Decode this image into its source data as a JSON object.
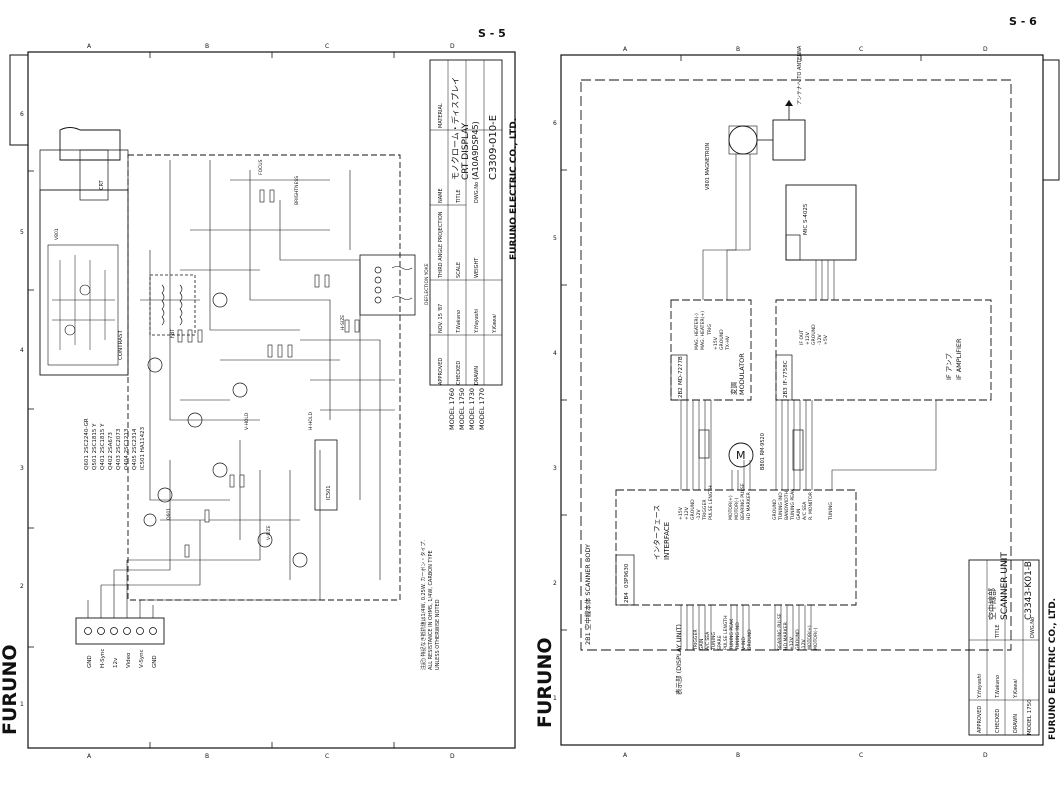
{
  "left_sheet": {
    "page_number": "S - 5",
    "brand": "FURUNO",
    "company": "FURUNO ELECTRIC CO., LTD.",
    "title_jp": "モノクローム・ディスプレイ",
    "title_en": "CRT DISPLAY",
    "title_model": "(A10A9DSP45)",
    "dwg_no": "C3309-010-E",
    "models": [
      "MODEL 1760",
      "MODEL 1750",
      "MODEL 1730",
      "MODEL 1770"
    ],
    "note_jp": "注記) 特記なき抵抗値は1/4W, 0.25W. カーボン・タイプ.",
    "note_en_1": "ALL RESISTANCE IN OHMS, 1/4W, CARBON TYPE",
    "note_en_2": "UNLESS OTHERWISE NOTED",
    "title_block": {
      "approved": "APPROVED",
      "checked": "CHECKED",
      "drawn": "DRAWN",
      "third_angle": "THIRD ANGLE PROJECTION",
      "scale": "SCALE",
      "weight": "WEIGHT",
      "title": "TITLE",
      "dwg_no_label": "DWG.No",
      "name": "NAME",
      "material": "MATERIAL",
      "date": "NOV. 15 '87",
      "approved_sig": "T.Nakano",
      "checked_sig": "Y.Hayashi",
      "drawn_sig": "Y.Kawai"
    },
    "connector": [
      "GND",
      "H-Sync",
      "12v",
      "Video",
      "V-Sync",
      "GND"
    ],
    "parts_list": [
      "Q601 2SC2240-GR",
      "Q501 2SC1815 Y",
      "Q401 2SC1815 Y",
      "Q402 2SA673",
      "Q403 2SC2073",
      "Q404 2SC1213",
      "Q405 2SC2314",
      "IC501 HA11423"
    ],
    "grid_rows": [
      "A",
      "B",
      "C",
      "D"
    ],
    "grid_cols": [
      "1",
      "2",
      "3",
      "4",
      "5",
      "6"
    ],
    "components": [
      "CRT",
      "CONTRAST",
      "V801",
      "DEFLECTION YOKE",
      "FBT",
      "FOCUS",
      "BRIGHTNESS",
      "H-SIZE",
      "V-SIZE",
      "V-HOLD",
      "H-HOLD",
      "Q601",
      "IC501"
    ]
  },
  "right_sheet": {
    "page_number": "S - 6",
    "brand": "FURUNO",
    "company": "FURUNO ELECTRIC CO., LTD.",
    "title_jp": "空中線部",
    "title_en": "SCANNER UNIT",
    "dwg_no": "C3343-K01-B",
    "model": "MODEL 1750",
    "antenna_label": "アンテナへ TO ANTENNA",
    "magnetron": "V801 MAGNETRON",
    "modulator": {
      "id": "2B2",
      "part": "MD-7277B",
      "label_jp": "変調",
      "label_en": "MODULATOR"
    },
    "if_amp": {
      "id": "2B3",
      "part": "IF-7758C",
      "label_jp": "IF アンプ",
      "label_en": "IF AMPLIFIER"
    },
    "interface": {
      "id": "2B4",
      "part": "03P9630",
      "label_jp": "インターフェース",
      "label_en": "INTERFACE"
    },
    "frame_label": "2B1 空中線本体 SCANNER BODY",
    "display_unit": "表示部 (DISPLAY UNIT)",
    "mic": "MIC S-4025",
    "motor": "B801 RM-9520",
    "motor_symbol": "M",
    "mod_signals": [
      "MAG. HEATER(-)",
      "MAG. HEATER(+)",
      "+15V",
      "GROUND",
      "TX-HV",
      "TRIG"
    ],
    "if_signals": [
      "IF OUT",
      "+12V",
      "GROUND",
      "-12V",
      "+5V"
    ],
    "interface_signals": [
      "+15V",
      "+12V",
      "GROUND",
      "-12V",
      "TRIGGER",
      "PULSE LENGTH",
      "MOTOR(+)",
      "MOTOR(-)",
      "BEARING PULSE",
      "HD MARKER",
      "GROUND",
      "TUNING IND",
      "BANDWIDTH",
      "TUNING PEAK",
      "GAIN",
      "A/C SEA",
      "R. MONITOR",
      "TUNING"
    ],
    "display_signals": [
      "TRIGGER",
      "GAIN",
      "A/C SEA",
      "TUNING",
      "SPARE",
      "PULSE LENGTH",
      "TUNING PEAK",
      "TUNING IND",
      "V-IND",
      "GROUND",
      "BEARING PULSE",
      "HD MARKER",
      "+12V",
      "GROUND",
      "-12V",
      "MOTOR(+)",
      "MOTOR(-)"
    ],
    "title_block": {
      "approved": "APPROVED",
      "checked": "CHECKED",
      "drawn": "DRAWN",
      "title": "TITLE",
      "dwg_no_label": "DWG.No",
      "approved_sig": "Y.Hayashi",
      "checked_sig": "T.Nakano",
      "drawn_sig": "Y.Kawai"
    },
    "grid_rows": [
      "A",
      "B",
      "C",
      "D"
    ],
    "grid_cols": [
      "1",
      "2",
      "3",
      "4",
      "5",
      "6"
    ]
  }
}
